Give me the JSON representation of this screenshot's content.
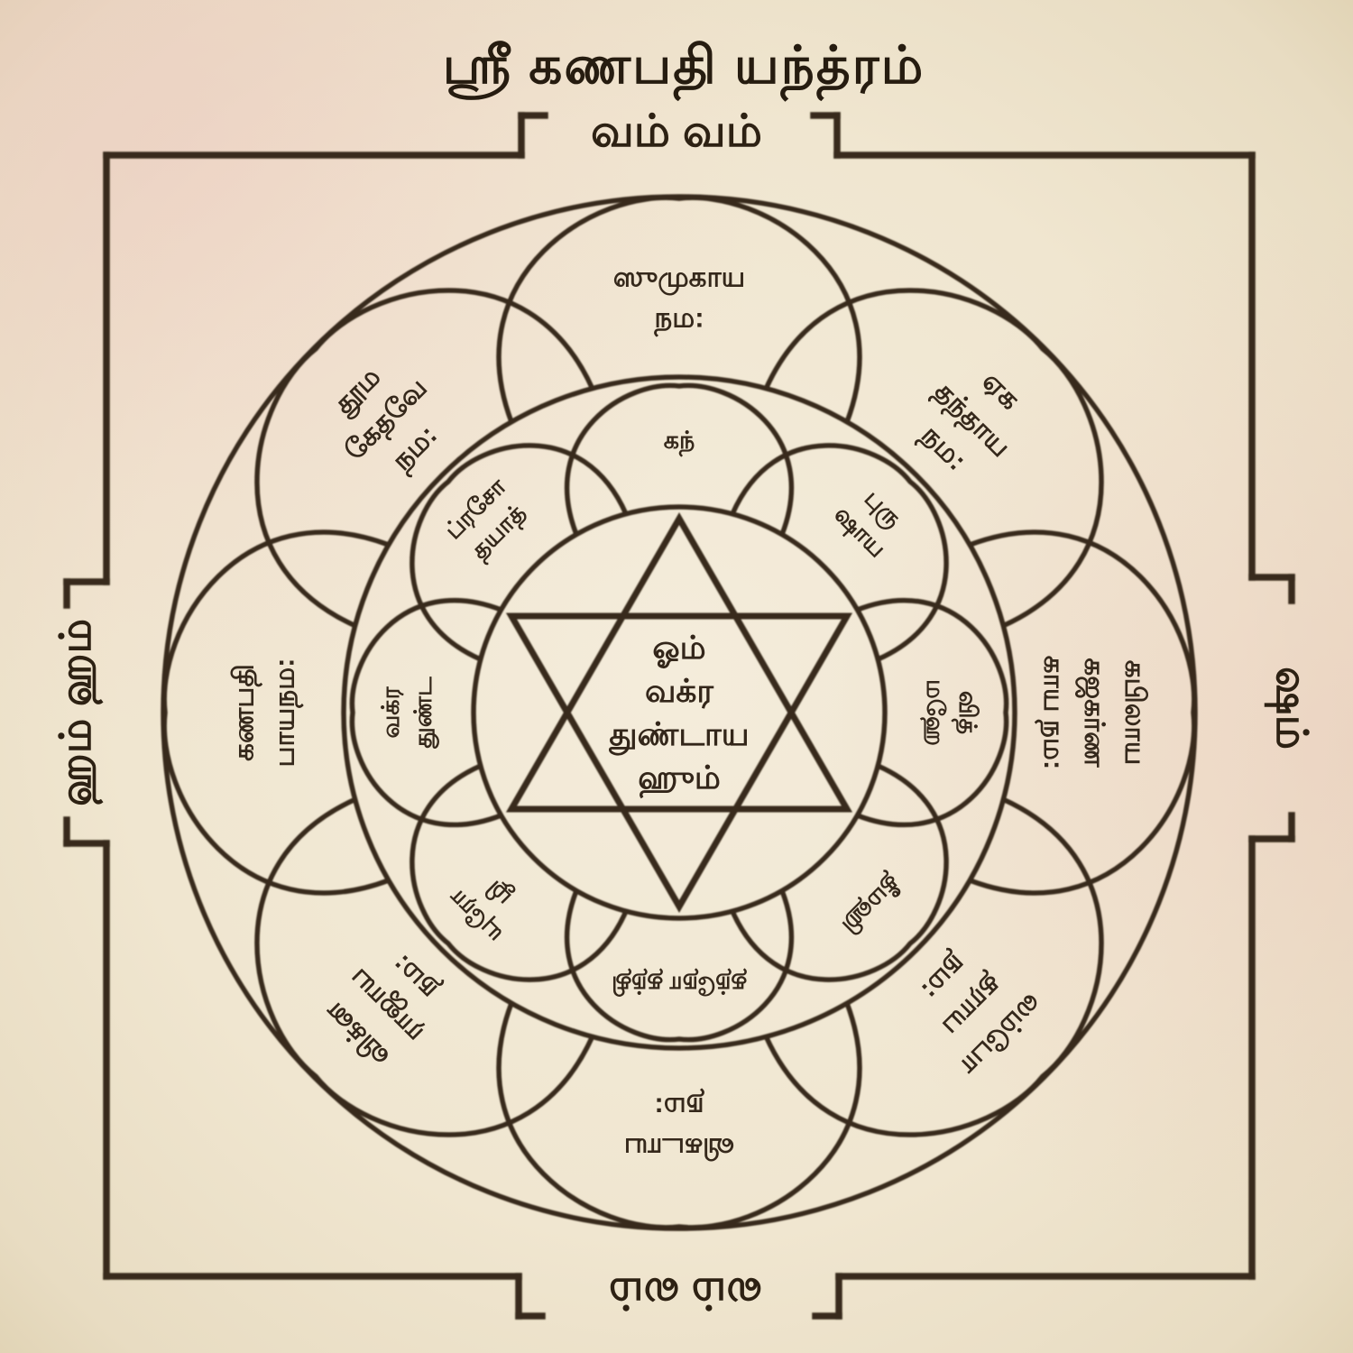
{
  "title": "ஶ்ரீ கணபதி யந்த்ரம்",
  "gates": {
    "top": "வம் வம்",
    "bottom": "லம் லம்",
    "left": "ஹம் ஹம்",
    "right": "ஷம்"
  },
  "center_mantra": {
    "lines": [
      "ஓம்",
      "வக்ர",
      "துண்டாய",
      "ஹும்"
    ]
  },
  "outer_petals": [
    {
      "position": "north",
      "lines": [
        "ஸுமுகாய",
        "நம:"
      ]
    },
    {
      "position": "north-east",
      "lines": [
        "ஏக",
        "தந்தாய",
        "நம:"
      ]
    },
    {
      "position": "east",
      "lines": [
        "கபிலாய",
        "கஜகர்ண",
        "காய நம:"
      ]
    },
    {
      "position": "south-east",
      "lines": [
        "லம்போ",
        "தராய",
        "நம:"
      ]
    },
    {
      "position": "south",
      "lines": [
        "விகடாய",
        "நம:"
      ]
    },
    {
      "position": "south-west",
      "lines": [
        "விக்ன",
        "ராஜாய",
        "நம:"
      ]
    },
    {
      "position": "west",
      "lines": [
        "கணபதி",
        "பாயநம:"
      ]
    },
    {
      "position": "north-west",
      "lines": [
        "தூம",
        "கேதவே",
        "நம:"
      ]
    }
  ],
  "inner_petals": [
    {
      "position": "north",
      "lines": [
        "கந்"
      ]
    },
    {
      "position": "north-east",
      "lines": [
        "புரு",
        "ஷாய"
      ]
    },
    {
      "position": "east",
      "lines": [
        "வித்",
        "மஹே"
      ]
    },
    {
      "position": "south-east",
      "lines": [
        "தீமஹி"
      ]
    },
    {
      "position": "south",
      "lines": [
        "தந்நோ தந்தி"
      ]
    },
    {
      "position": "south-west",
      "lines": [
        "யுரோ",
        "ழி"
      ]
    },
    {
      "position": "west",
      "lines": [
        "வக்ர",
        "துண்ட"
      ]
    },
    {
      "position": "north-west",
      "lines": [
        "ப்ரசோ",
        "தயாத்"
      ]
    }
  ],
  "colors": {
    "paper": "#f1e8d4",
    "paper_deep": "#e2d5b8",
    "blush": "#edccc0",
    "ink": "#37291b"
  }
}
